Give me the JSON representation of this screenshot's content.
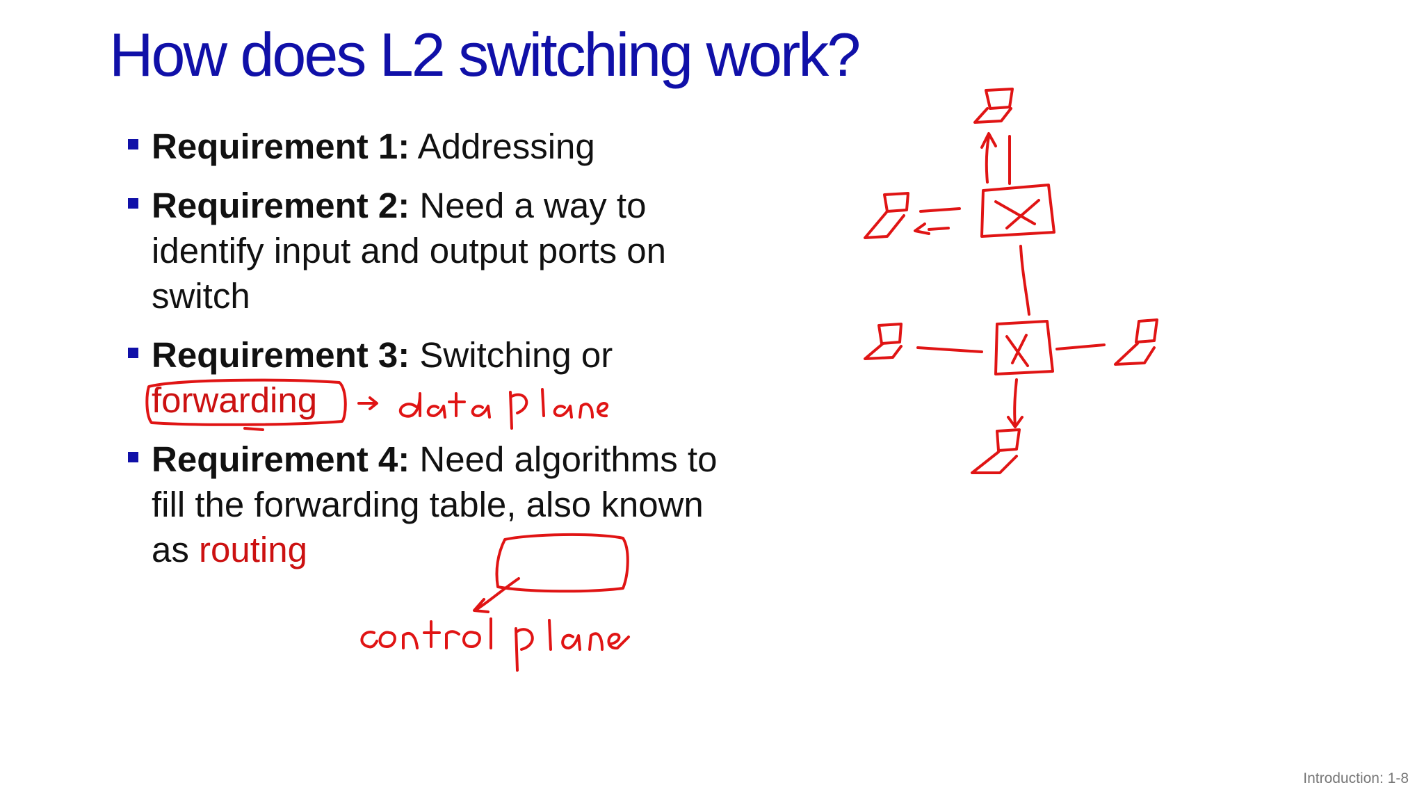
{
  "slide": {
    "title": "How does L2 switching work?",
    "footer": "Introduction: 1-8"
  },
  "requirements": [
    {
      "label": "Requirement 1:",
      "text": " Addressing"
    },
    {
      "label": "Requirement 2:",
      "text": "  Need a way to identify input and output ports on switch"
    },
    {
      "label": "Requirement 3:",
      "text": " Switching or ",
      "highlight": "forwarding"
    },
    {
      "label": "Requirement 4:",
      "text": " Need algorithms to fill the forwarding table, also known as ",
      "highlight": "routing"
    }
  ],
  "annotations": {
    "ink_color": "#e01414",
    "forwarding_note": "data plane",
    "routing_note": "control plane"
  },
  "colors": {
    "title": "#1010a8",
    "bullet": "#1010a8",
    "highlight_text": "#cc1111",
    "ink": "#e01414"
  }
}
